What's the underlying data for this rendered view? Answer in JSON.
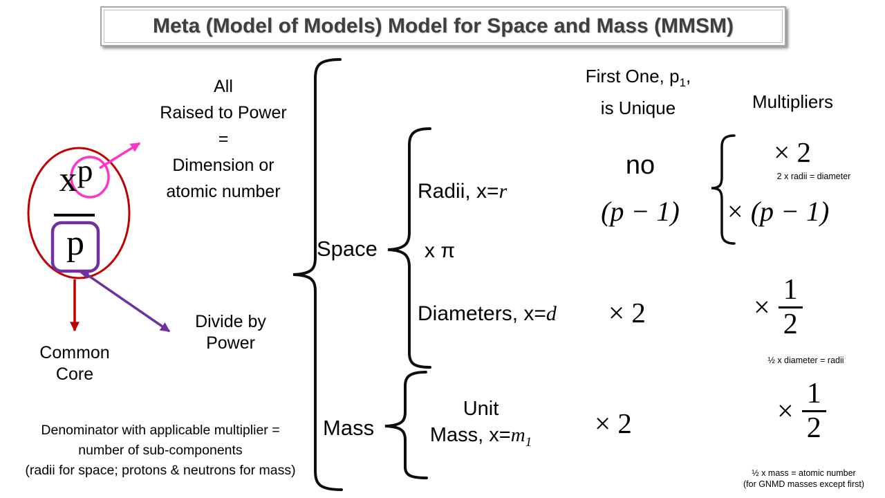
{
  "title": {
    "text": "Meta (Model of Models) Model for Space and Mass (MMSM)"
  },
  "colors": {
    "dark_red": "#C00000",
    "purple": "#7030A0",
    "magenta": "#FF33CC",
    "title_text": "#3F3F3F",
    "line": "#000000"
  },
  "core": {
    "numerator_base": "x",
    "numerator_exponent": "p",
    "fraction_denominator": "p"
  },
  "annotations": {
    "raised_to_power": {
      "lines": [
        "All",
        "Raised to Power",
        "=",
        "Dimension or",
        "atomic number"
      ]
    },
    "divide_by_power": {
      "lines": [
        "Divide by",
        "Power"
      ]
    },
    "common_core": {
      "lines": [
        "Common",
        "Core"
      ]
    },
    "denominator_note": {
      "lines": [
        "Denominator with applicable multiplier =",
        "number of sub-components",
        "(radii for space; protons & neutrons for mass)"
      ]
    }
  },
  "groups": {
    "space": {
      "label": "Space"
    },
    "mass": {
      "label": "Mass"
    }
  },
  "rows": {
    "radii": {
      "label_prefix": "Radii, x=",
      "label_var": "r"
    },
    "pi": {
      "label": "x π"
    },
    "diameters": {
      "label_prefix": "Diameters, x=",
      "label_var": "d"
    },
    "unit_mass": {
      "line1": "Unit",
      "line2_prefix": "Mass, x=",
      "line2_var": "m",
      "line2_sub": "1"
    }
  },
  "unique_column": {
    "header": {
      "line1_prefix": "First One, p",
      "line1_sub": "1",
      "line1_suffix": ",",
      "line2": "is Unique"
    },
    "radii": {
      "line1": "no",
      "line2": "(p − 1)"
    },
    "diameters": {
      "sign": "×",
      "value": "2"
    },
    "mass": {
      "sign": "×",
      "value": "2"
    }
  },
  "multipliers_column": {
    "header": "Multipliers",
    "radii": {
      "times2_sign": "×",
      "times2_value": "2",
      "note": "2 x radii = diameter",
      "pminus1_sign": "×",
      "pminus1_value": "(p − 1)"
    },
    "diameters": {
      "sign": "×",
      "numerator": "1",
      "denominator": "2",
      "note": "½ x diameter = radii"
    },
    "mass": {
      "sign": "×",
      "numerator": "1",
      "denominator": "2",
      "note_line1": "½ x mass = atomic number",
      "note_line2": "(for GNMD masses except first)"
    }
  }
}
